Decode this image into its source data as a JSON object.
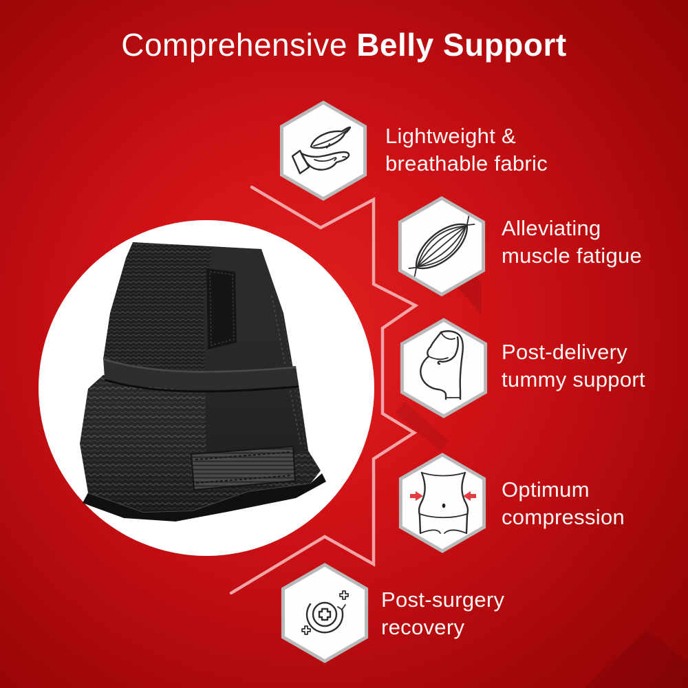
{
  "title": {
    "light": "Comprehensive",
    "bold": "Belly Support"
  },
  "features": [
    {
      "icon": "hand-feather-icon",
      "line1": "Lightweight &",
      "line2": "breathable fabric"
    },
    {
      "icon": "muscle-icon",
      "line1": "Alleviating",
      "line2": "muscle fatigue"
    },
    {
      "icon": "pregnant-woman-icon",
      "line1": "Post-delivery",
      "line2": "tummy support"
    },
    {
      "icon": "waist-compression-icon",
      "line1": "Optimum",
      "line2": "compression"
    },
    {
      "icon": "medical-recovery-icon",
      "line1": "Post-surgery",
      "line2": "recovery"
    }
  ],
  "product": {
    "description": "Folded black belly support band"
  },
  "colors": {
    "background_center": "#e12120",
    "background_edge": "#8e0406",
    "accent_zigzag": "#f3adb0",
    "hexagon_fill": "#fefefe",
    "hexagon_border": "#b9b9b9",
    "icon_line": "#2d2d2d",
    "arrow_red": "#e23b40",
    "text": "#ffffff"
  }
}
